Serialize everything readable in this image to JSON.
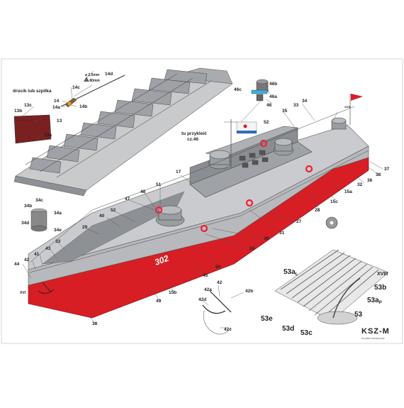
{
  "annotations": {
    "wire_note": "drucik lub szpilka",
    "photo_note_line1": "tu przykleić",
    "photo_note_line2": "cz.46",
    "dim_small": "⌀ 2,5mm",
    "dim_large": "↔ 80mm",
    "hull_number": "302",
    "roman_16": "XVI",
    "roman_18": "XVIII",
    "roman_18_flag": "XVIII"
  },
  "brand": {
    "logo_text": "KSZ-M",
    "tagline": "modele kartonowe"
  },
  "colors": {
    "hull_red": "#d81e25",
    "hull_grey": "#b7b9bc",
    "deck_grey": "#8d9095",
    "frame_grey": "#9ea1a5",
    "bulwark_brown": "#7a2020",
    "flag_red": "#d61f26"
  },
  "part_labels": {
    "p14d": "14d",
    "p14c": "14c",
    "p14a": "14a",
    "p14": "14",
    "p14b": "14b",
    "p13c": "13c",
    "p13b": "13b",
    "p13": "13",
    "p13a": "13a",
    "p46c": "46c",
    "p46b": "46b",
    "p46a": "46a",
    "p46": "46",
    "p35": "35",
    "p33a": "33",
    "p34": "34",
    "p37": "37",
    "p38a": "38",
    "p36": "36",
    "p32": "32",
    "p15a": "15a",
    "p15c": "15c",
    "p28": "28",
    "p52a": "52",
    "p17": "17",
    "p51": "51",
    "p48": "48",
    "p47": "47",
    "p40": "40",
    "p52b": "52",
    "p34c": "34c",
    "p34b": "34b",
    "p34a": "34a",
    "p34d": "34d",
    "p34e": "34e",
    "p29": "29",
    "p27": "27",
    "p31": "31",
    "p39": "39",
    "p24": "24",
    "p43": "43",
    "p33b": "33",
    "p41": "41",
    "p42": "42",
    "p44": "44",
    "p50": "50",
    "p45": "45",
    "p15b": "15b",
    "p49": "49",
    "p38b": "38",
    "p42b": "42b",
    "p42a": "42a",
    "p42main": "42",
    "p42d": "42d",
    "p42c": "42c",
    "p53aL": "53a",
    "p53aL_sub": "L",
    "p53b": "53b",
    "p53aP": "53a",
    "p53aP_sub": "P",
    "p53": "53",
    "p53e": "53e",
    "p53d": "53d",
    "p53c": "53c"
  }
}
